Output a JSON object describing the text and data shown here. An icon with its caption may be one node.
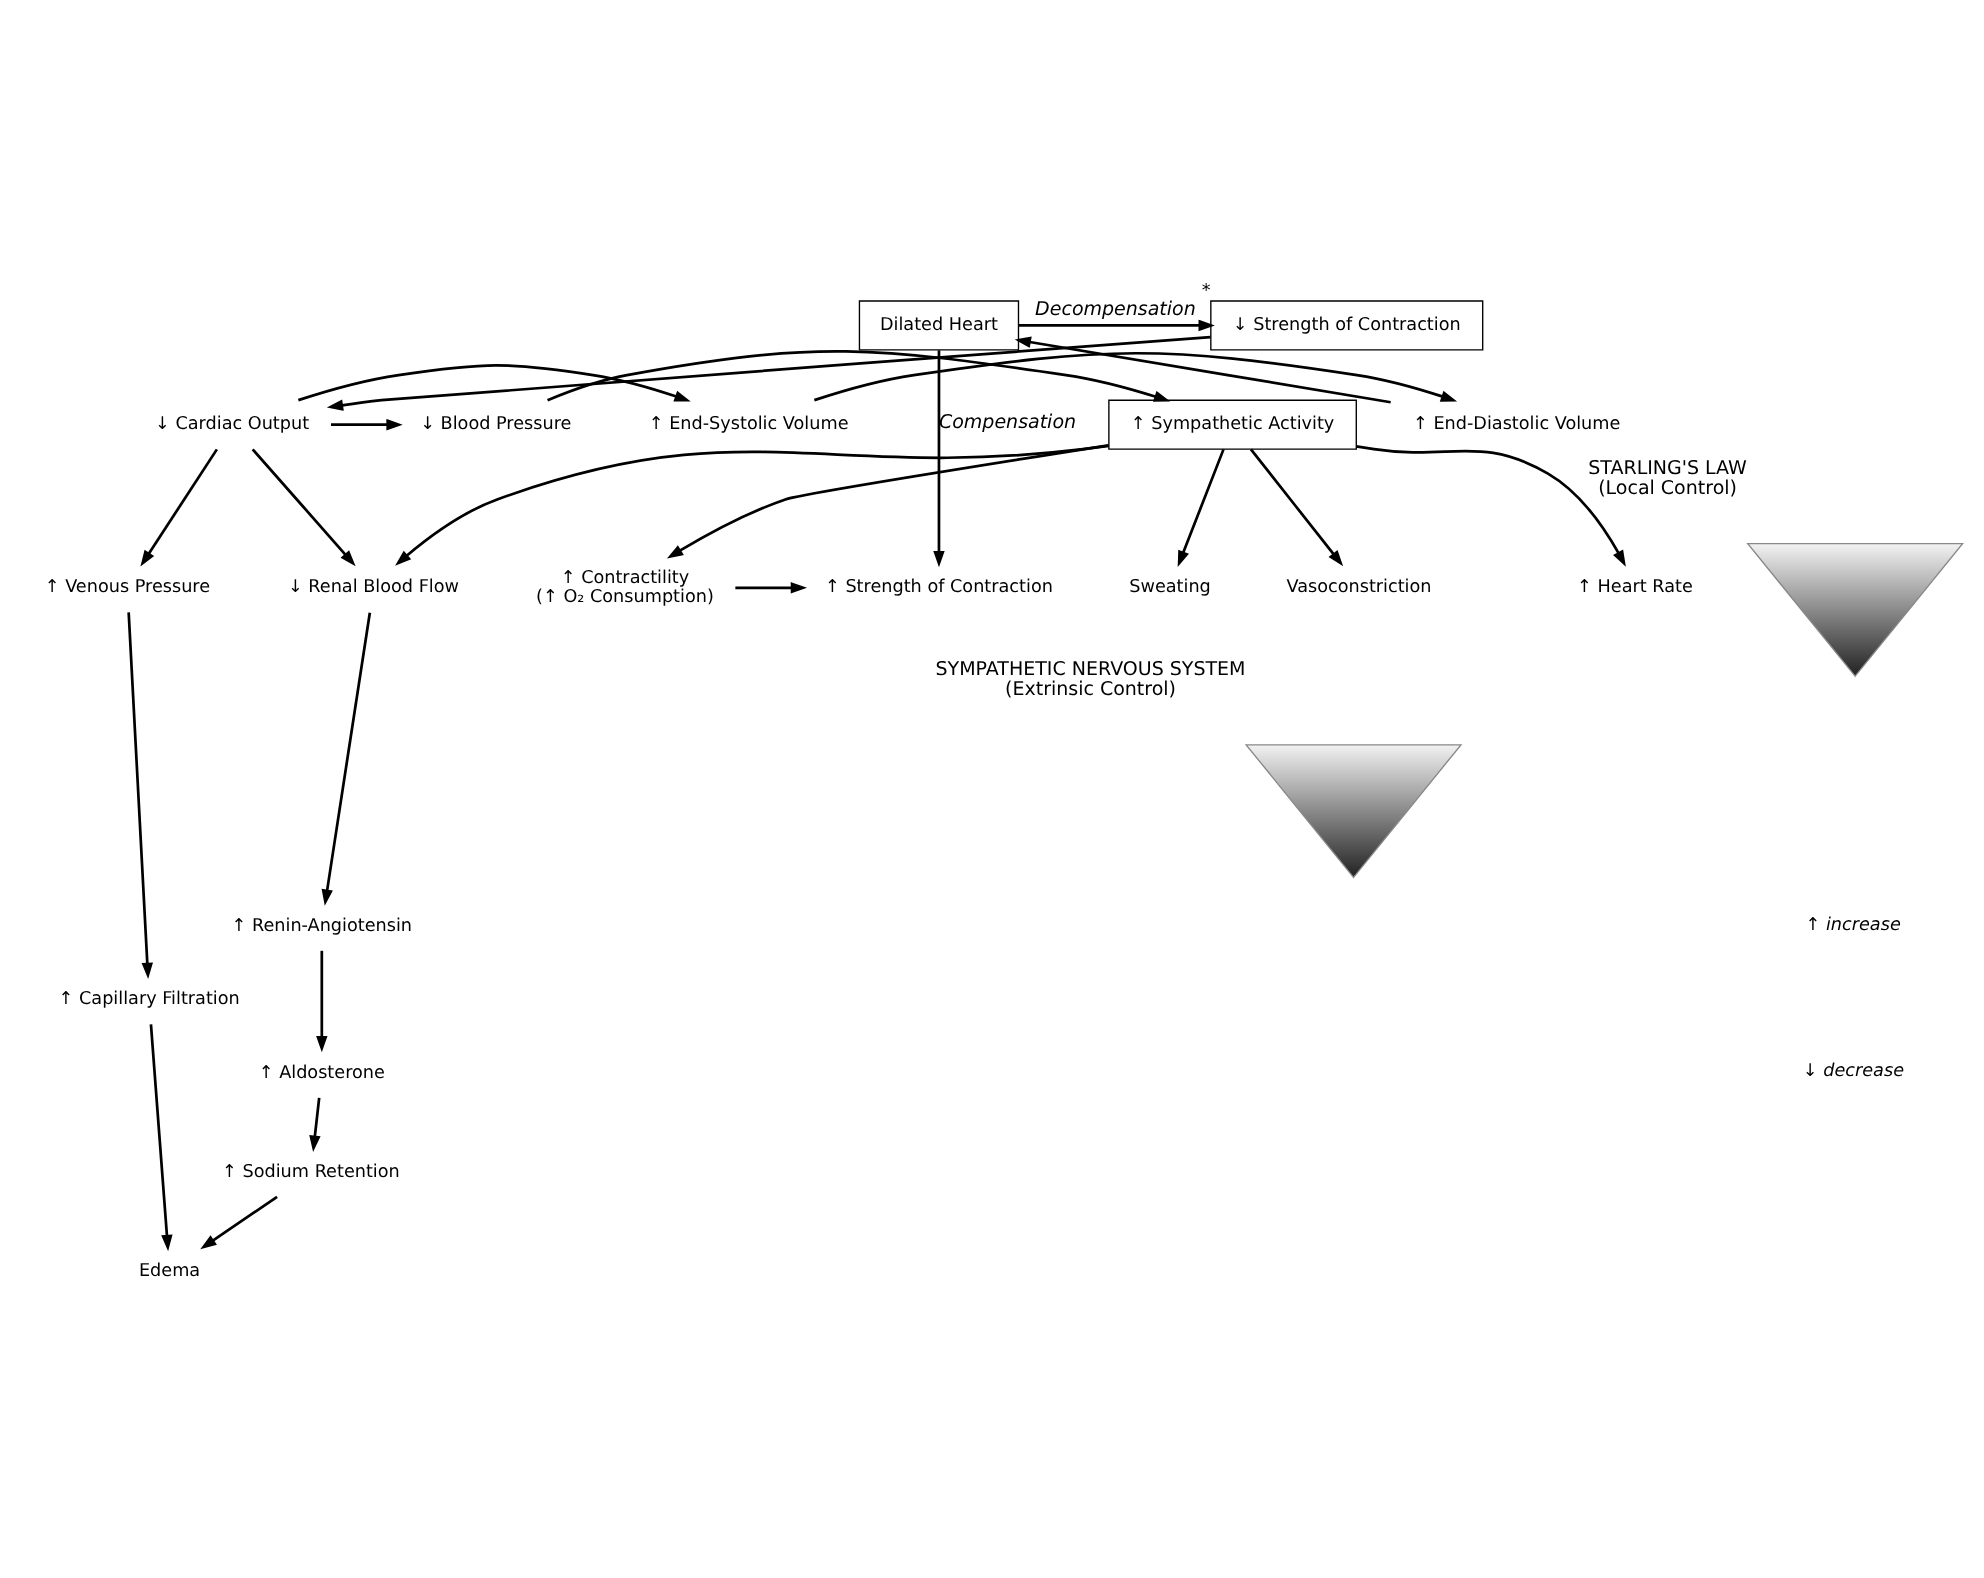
{
  "diagram": {
    "nodes": [
      {
        "text": [
          "↑ Strength of Contraction"
        ]
      },
      {
        "text": [
          "Dilated Heart"
        ]
      },
      {
        "text": [
          "↓ Strength of Contraction"
        ],
        "beside": [
          "*"
        ]
      },
      {
        "text": [
          "↑ Contractility",
          "(↑ O₂ Consumption)"
        ]
      },
      {
        "text": [
          "↑ End-Diastolic Volume"
        ]
      },
      {
        "text": [
          "↑ End-Systolic Volume"
        ]
      },
      {
        "text": [
          "↓ Cardiac Output"
        ]
      },
      {
        "text": [
          "↓ Blood Pressure"
        ]
      },
      {
        "text": [
          "↑ Sympathetic Activity"
        ]
      },
      {
        "text": [
          "↑ Venous Pressure"
        ]
      },
      {
        "text": [
          "↓ Renal Blood Flow"
        ]
      },
      {
        "text": [
          "↑ Heart Rate"
        ]
      },
      {
        "text": [
          "Sweating"
        ]
      },
      {
        "text": [
          "Vasoconstriction"
        ]
      },
      {
        "text": [
          "↑ Renin-Angiotensin"
        ]
      },
      {
        "text": [
          "↑ Capillary Filtration"
        ]
      },
      {
        "text": [
          "↑ Aldosterone"
        ]
      },
      {
        "text": [
          "↑ Sodium Retention"
        ]
      },
      {
        "text": [
          "Edema"
        ]
      },
      {
        "text": [
          "STARLING'S LAW",
          "(Local Control)"
        ]
      },
      {
        "text": [
          "SYMPATHETIC NERVOUS SYSTEM",
          "(Extrinsic Control)"
        ]
      }
    ],
    "edges": [
      {
        "from": 1,
        "to": 0,
        "arrow": "to",
        "label": "Compensation"
      },
      {
        "from": 1,
        "to": 2,
        "arrow": "to",
        "label": "Decompensation"
      },
      {
        "from": 3,
        "to": 0,
        "arrow": "to"
      },
      {
        "from": 2,
        "to": 6,
        "arrow": "to"
      },
      {
        "from": 6,
        "to": 5,
        "arrow": "to"
      },
      {
        "from": 5,
        "to": 4,
        "arrow": "to"
      },
      {
        "from": 4,
        "to": 1,
        "arrow": "to"
      },
      {
        "from": 6,
        "to": 7,
        "arrow": "to"
      },
      {
        "from": 7,
        "to": 8,
        "arrow": "to"
      },
      {
        "from": 8,
        "to": 3,
        "arrow": "to"
      },
      {
        "from": 6,
        "to": 9,
        "arrow": "to"
      },
      {
        "from": 6,
        "to": 10,
        "arrow": "to"
      },
      {
        "from": 8,
        "to": 10,
        "arrow": "to"
      },
      {
        "from": 8,
        "to": 11,
        "arrow": "to"
      },
      {
        "from": 8,
        "to": 13,
        "arrow": "to"
      },
      {
        "from": 8,
        "to": 12,
        "arrow": "to"
      },
      {
        "from": 10,
        "to": 14,
        "arrow": "to"
      },
      {
        "from": 14,
        "to": 16,
        "arrow": "to"
      },
      {
        "from": 16,
        "to": 17,
        "arrow": "to"
      },
      {
        "from": 9,
        "to": 15,
        "arrow": "to"
      },
      {
        "from": 15,
        "to": 18,
        "arrow": "to"
      },
      {
        "from": 17,
        "to": 18,
        "arrow": "to"
      }
    ],
    "legend": [
      {
        "text": "↑ increase"
      },
      {
        "text": "↓ decrease"
      }
    ]
  }
}
